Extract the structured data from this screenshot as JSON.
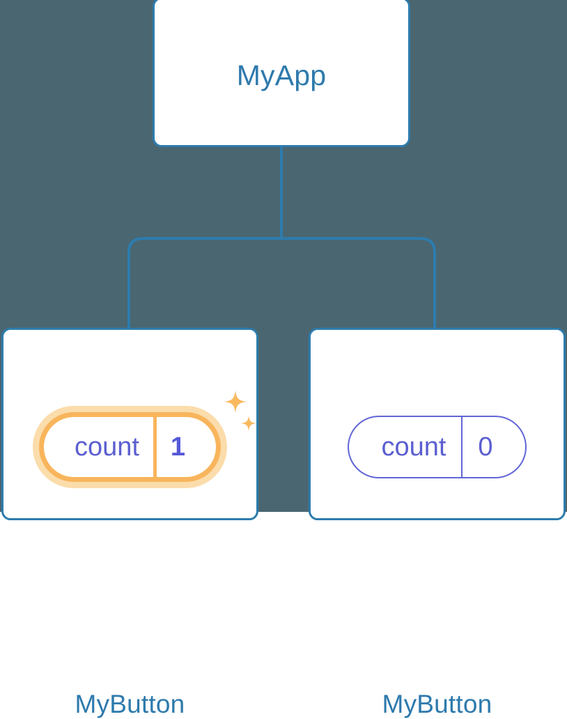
{
  "diagram": {
    "type": "component-tree",
    "background_color": "#4a6670",
    "node_border_color": "#2d7cad",
    "node_title_color": "#2e7aad",
    "connector_color": "#2d7cad",
    "state_color": "#6166d6",
    "highlight_color": "#f8b55c",
    "highlight_glow_color": "#fbdcab",
    "root": {
      "title": "MyApp"
    },
    "children": [
      {
        "title": "MyButton",
        "state_key": "count",
        "state_value": "1",
        "highlighted": true,
        "sparkle_icons": [
          "sparkle-large",
          "sparkle-small"
        ]
      },
      {
        "title": "MyButton",
        "state_key": "count",
        "state_value": "0",
        "highlighted": false
      }
    ]
  }
}
